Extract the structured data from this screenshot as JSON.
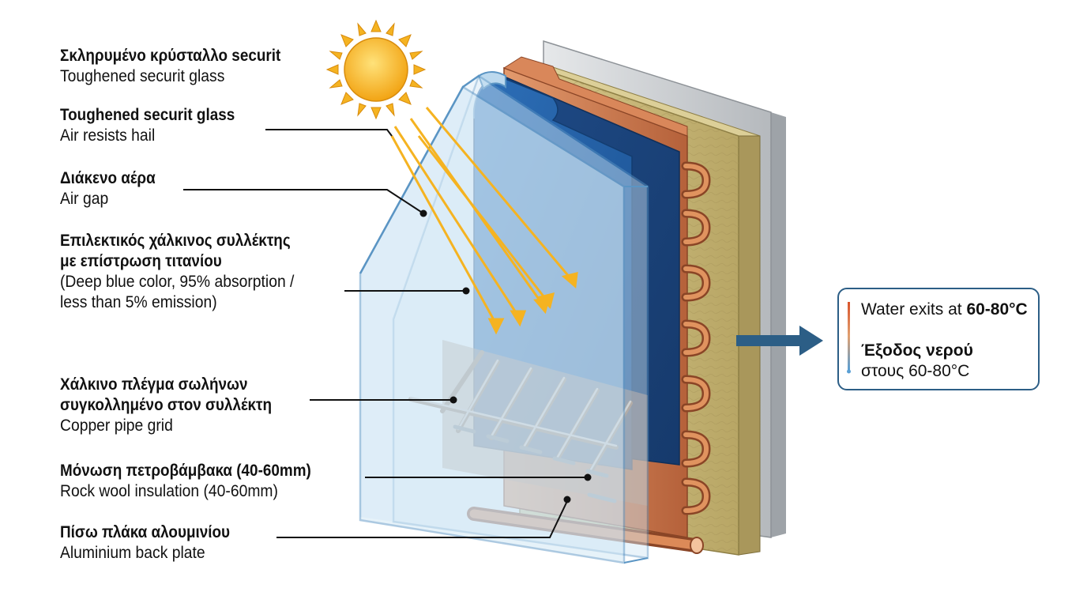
{
  "labels": [
    {
      "el": "Σκληρυμένο κρύσταλλο securit",
      "en": "Toughened securit glass"
    },
    {
      "el": "Toughened securit glass",
      "en": "Air resists hail"
    },
    {
      "el": "Διάκενο αέρα",
      "en": "Air gap"
    },
    {
      "el": "Επιλεκτικός χάλκινος συλλέκτης",
      "el2": "με επίστρωση τιτανίου",
      "en": "(Deep blue color, 95% absorption /",
      "en2": "less than 5% emission)"
    },
    {
      "el": "Χάλκινο πλέγμα σωλήνων",
      "el2": "συγκολλημένο στον συλλέκτη",
      "en": "Copper  pipe grid"
    },
    {
      "el": "Μόνωση πετροβάμβακα (40-60mm)",
      "en": "Rock wool insulation (40-60mm)"
    },
    {
      "el": "Πίσω πλάκα αλουμινίου",
      "en": "Aluminium back plate"
    }
  ],
  "output": {
    "line1_prefix": "Water exits at ",
    "line1_value": "60-80°C",
    "line2": "Έξοδος νερού",
    "line3": "στους 60-80°C"
  },
  "colors": {
    "glass_fill": "#cfe6f5",
    "glass_edge": "#5b95c4",
    "absorber": "#1f5aa0",
    "copper": "#c9744a",
    "rockwool": "#c9b878",
    "aluminium": "#c9ccd0",
    "sun": "#f5b321",
    "arrow_out": "#2c5e86"
  }
}
